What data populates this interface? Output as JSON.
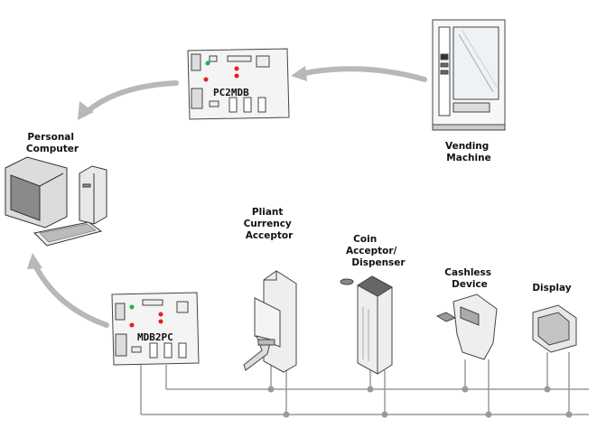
{
  "labels": {
    "personal_computer": [
      "Personal",
      "Computer"
    ],
    "vending_machine": [
      "Vending",
      "Machine"
    ],
    "pliant_currency_acceptor": [
      "Pliant",
      "Currency",
      "Acceptor"
    ],
    "coin_acceptor": [
      "Coin",
      "Acceptor/",
      "Dispenser"
    ],
    "cashless_device": [
      "Cashless",
      "Device"
    ],
    "display": [
      "Display"
    ]
  },
  "boards": {
    "top": "PC2MDB",
    "bottom": "MDB2PC"
  },
  "colors": {
    "arrow": "#b8b8b8",
    "bus": "#9a9a9a",
    "outline": "#444444",
    "led_red": "#e02020",
    "led_green": "#20b040"
  }
}
